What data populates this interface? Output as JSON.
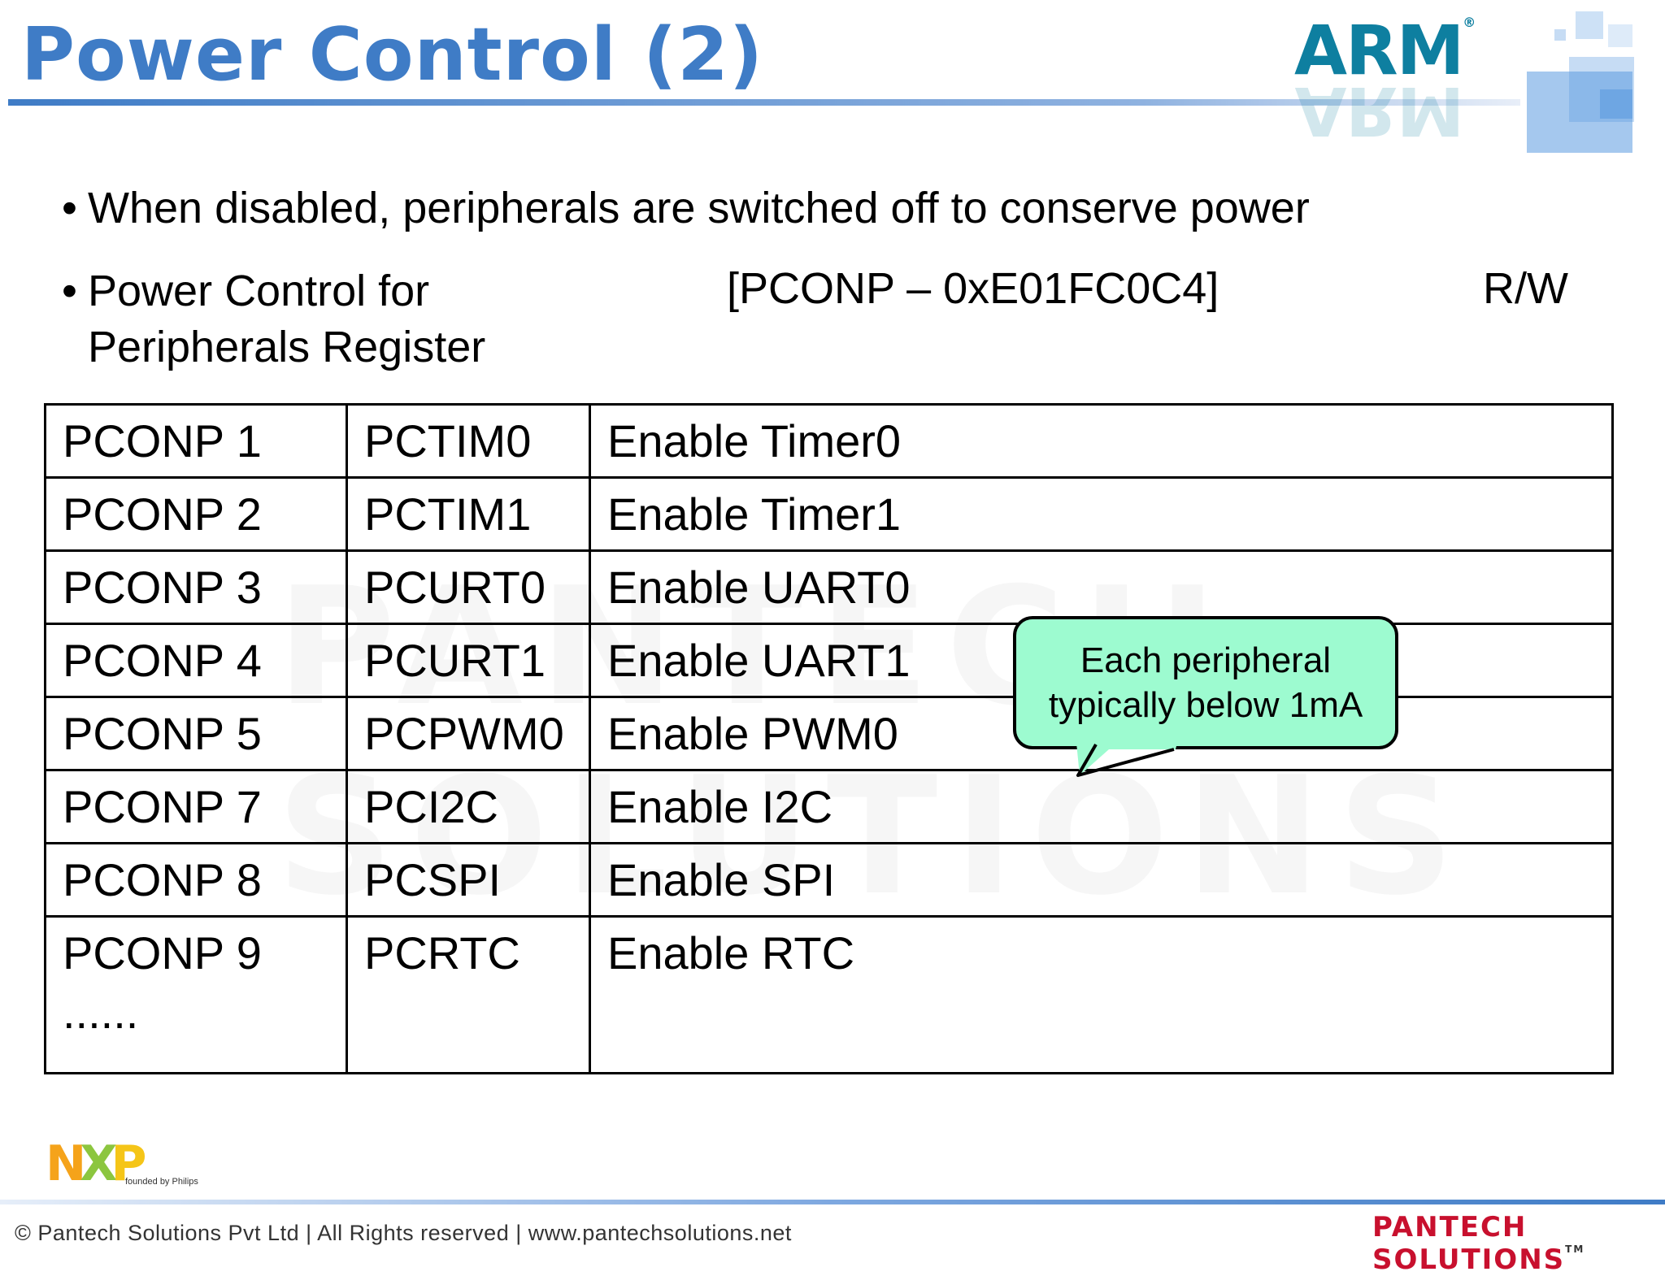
{
  "title": "Power Control (2)",
  "logo": {
    "arm": "ARM",
    "trademark": "®"
  },
  "bullets": [
    "When disabled, peripherals are switched off to conserve power",
    "Power Control for",
    "Peripherals Register"
  ],
  "register": {
    "address": "[PCONP – 0xE01FC0C4]",
    "access": "R/W"
  },
  "table": {
    "rows": [
      {
        "bit": "PCONP 1",
        "name": "PCTIM0",
        "desc": "Enable Timer0"
      },
      {
        "bit": "PCONP 2",
        "name": "PCTIM1",
        "desc": "Enable Timer1"
      },
      {
        "bit": "PCONP 3",
        "name": "PCURT0",
        "desc": "Enable UART0"
      },
      {
        "bit": "PCONP 4",
        "name": "PCURT1",
        "desc": "Enable UART1"
      },
      {
        "bit": "PCONP 5",
        "name": "PCPWM0",
        "desc": "Enable PWM0"
      },
      {
        "bit": "PCONP 7",
        "name": "PCI2C",
        "desc": "Enable I2C"
      },
      {
        "bit": "PCONP 8",
        "name": "PCSPI",
        "desc": "Enable SPI"
      },
      {
        "bit": "PCONP 9",
        "name": "PCRTC",
        "desc": "Enable RTC"
      }
    ],
    "more": "......"
  },
  "callout": {
    "line1": "Each peripheral",
    "line2": "typically below 1mA"
  },
  "watermark": "PANTECH SOLUTIONS",
  "nxp": {
    "logo": "NXP",
    "tagline": "founded by Philips"
  },
  "footer": {
    "copyright": "© Pantech Solutions Pvt Ltd | All Rights reserved | www.pantechsolutions.net"
  },
  "brand": {
    "name": "PANTECH SOLUTIONS",
    "trademark": "TM"
  },
  "colors": {
    "title": "#3f7cc6",
    "arm": "#0e7fa0",
    "callout_fill": "#9dfbd0",
    "pantech": "#c8102e"
  }
}
